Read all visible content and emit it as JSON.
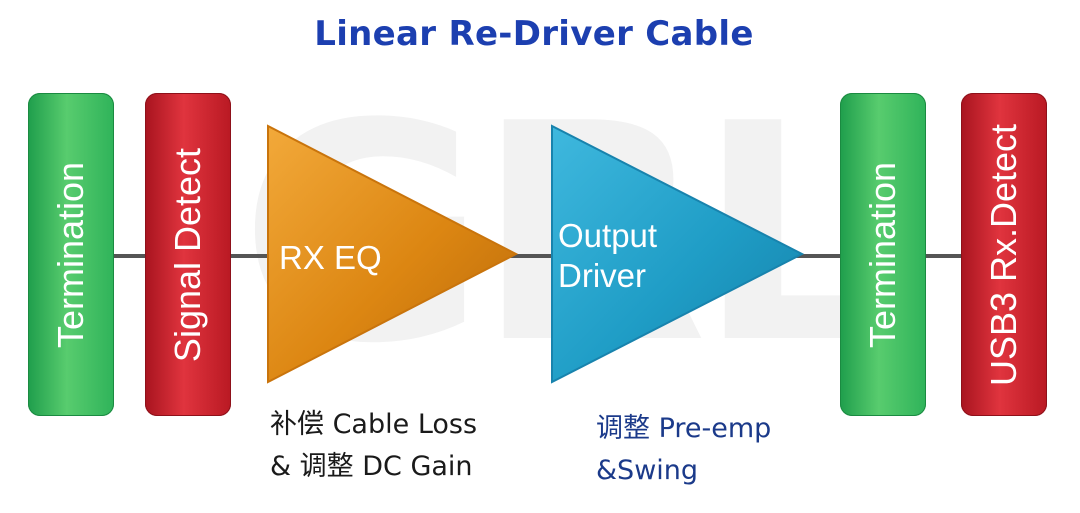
{
  "title": "Linear Re-Driver Cable",
  "watermark": "GRL",
  "blocks": [
    {
      "label": "Termination",
      "color": "#3cbc5c"
    },
    {
      "label": "Signal Detect",
      "color": "#cf2530"
    },
    {
      "label": "Termination",
      "color": "#3cbc5c"
    },
    {
      "label": "USB3 Rx.Detect",
      "color": "#cf2530"
    }
  ],
  "stages": [
    {
      "label": "RX EQ",
      "color": "#e08a12"
    },
    {
      "label_line1": "Output",
      "label_line2": "Driver",
      "color": "#1f9fc8"
    }
  ],
  "notes": {
    "eq": {
      "line1": "补偿 Cable Loss",
      "line2": "& 调整 DC Gain"
    },
    "driver": {
      "line1": "调整 Pre-emp",
      "line2": "&Swing"
    }
  },
  "colors": {
    "title": "#1c3fb0",
    "wire": "#555555",
    "driver_note": "#1b3a8a"
  }
}
